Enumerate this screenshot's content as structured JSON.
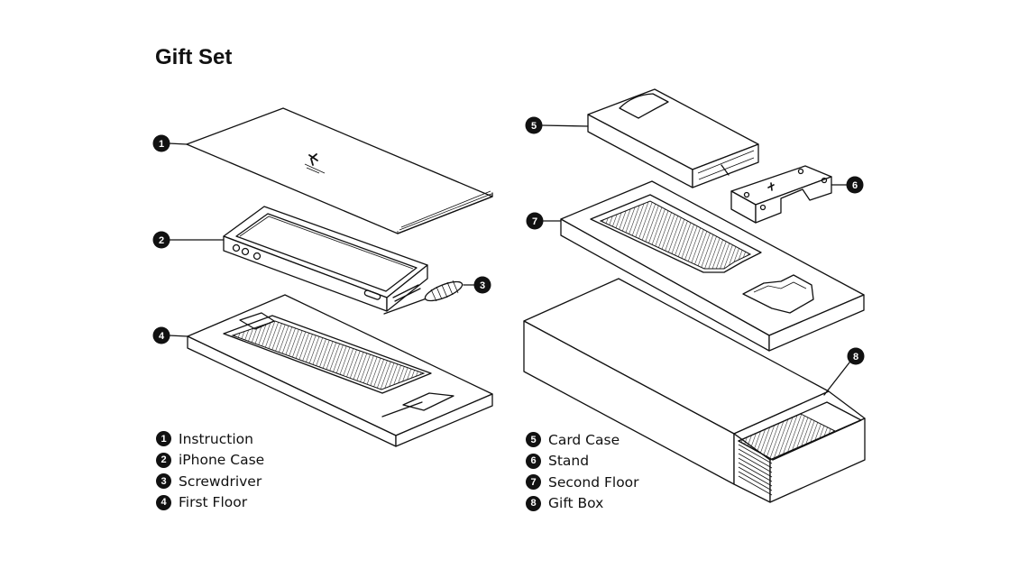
{
  "title": "Gift Set",
  "callouts": [
    {
      "num": "1",
      "label": "Instruction"
    },
    {
      "num": "2",
      "label": "iPhone Case"
    },
    {
      "num": "3",
      "label": "Screwdriver"
    },
    {
      "num": "4",
      "label": "First Floor"
    },
    {
      "num": "5",
      "label": "Card Case"
    },
    {
      "num": "6",
      "label": "Stand"
    },
    {
      "num": "7",
      "label": "Second Floor"
    },
    {
      "num": "8",
      "label": "Gift Box"
    }
  ]
}
